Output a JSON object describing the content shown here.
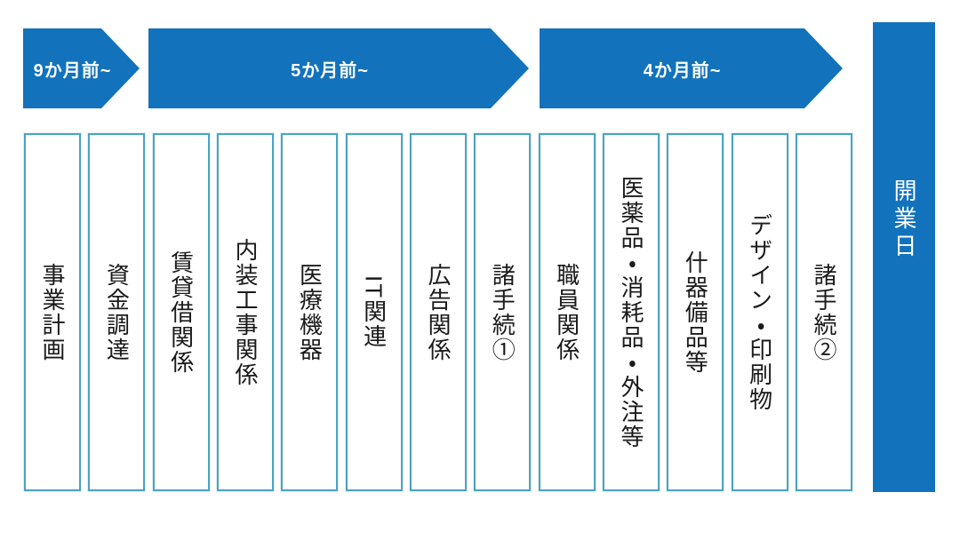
{
  "palette": {
    "banner_blue": "#1272BC",
    "box_border": "#4BA3C2",
    "text_black": "#1a1a1a",
    "banner_text": "#ffffff"
  },
  "timeline": {
    "banners": [
      {
        "label": "9か月前~"
      },
      {
        "label": "5か月前~"
      },
      {
        "label": "4か月前~"
      }
    ]
  },
  "columns": [
    {
      "label": "事業計画"
    },
    {
      "label": "資金調達"
    },
    {
      "label": "賃貸借関係"
    },
    {
      "label": "内装工事関係"
    },
    {
      "label": "医療機器"
    },
    {
      "label": "IT関連"
    },
    {
      "label": "広告関係"
    },
    {
      "label": "諸手続①"
    },
    {
      "label": "職員関係"
    },
    {
      "label": "医薬品・消耗品・外注等"
    },
    {
      "label": "什器備品等"
    },
    {
      "label": "デザイン・印刷物"
    },
    {
      "label": "諸手続②"
    }
  ],
  "opening_day": {
    "label": "開業日"
  }
}
